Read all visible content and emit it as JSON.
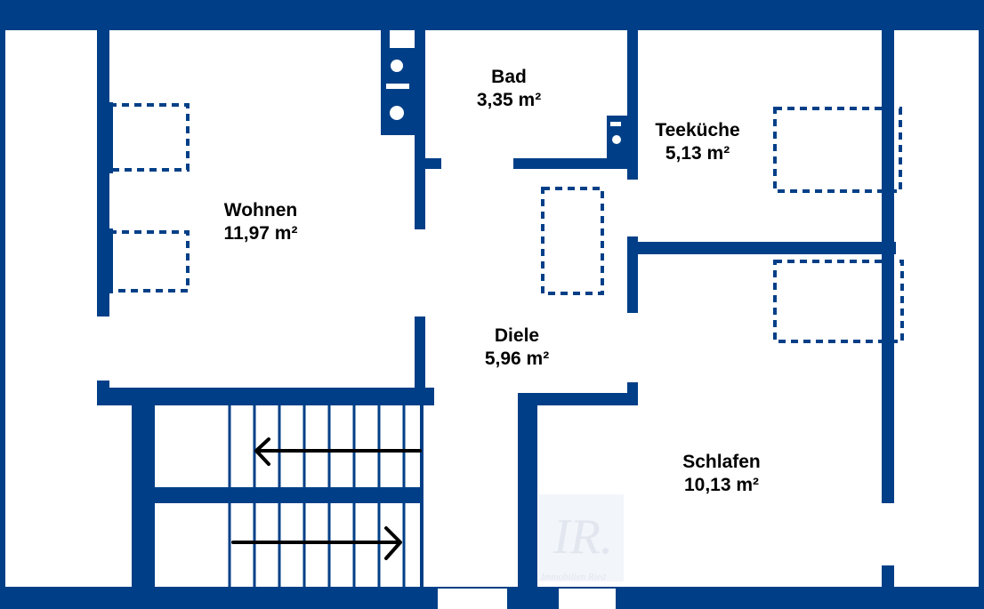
{
  "colors": {
    "wall": "#003f87",
    "background": "#ffffff",
    "text": "#000000",
    "watermark": "#c9d3e3"
  },
  "rooms": [
    {
      "name": "Bad",
      "area": "3,35 m²"
    },
    {
      "name": "Teeküche",
      "area": "5,13 m²"
    },
    {
      "name": "Wohnen",
      "area": "11,97 m²"
    },
    {
      "name": "Diele",
      "area": "5,96 m²"
    },
    {
      "name": "Schlafen",
      "area": "10,13 m²"
    }
  ],
  "watermark": {
    "monogram": "IR.",
    "company": "Immobilien Ried"
  }
}
